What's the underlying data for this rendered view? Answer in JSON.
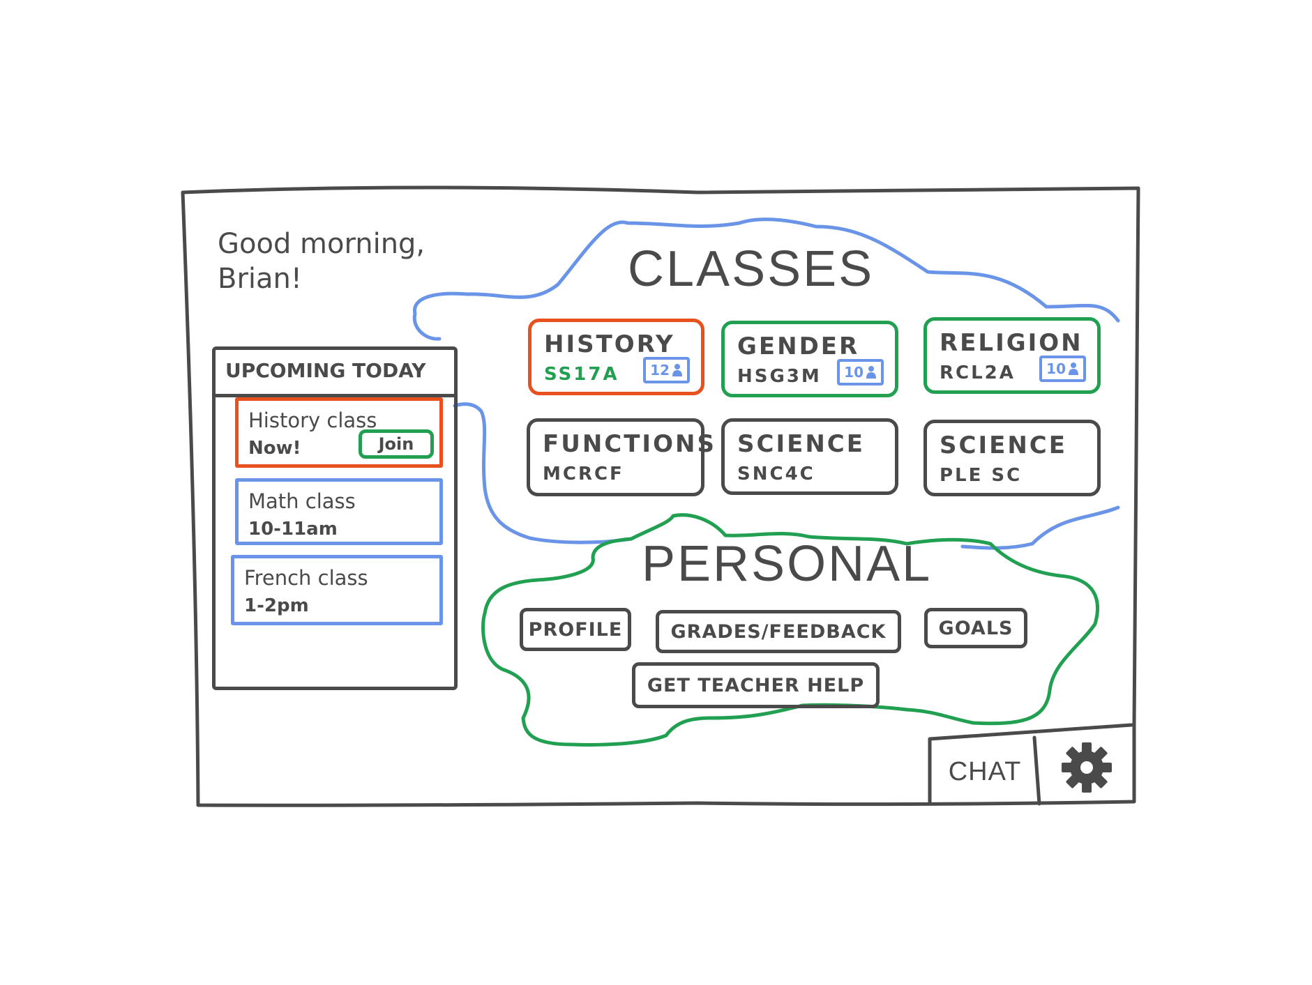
{
  "greeting": {
    "line1": "Good morning,",
    "line2": "Brian!"
  },
  "upcoming": {
    "title": "UPCOMING TODAY",
    "items": [
      {
        "line1": "History class",
        "line2": "Now!",
        "status": "current",
        "action_label": "Join"
      },
      {
        "line1": "Math class",
        "line2": "10-11am",
        "status": "upcoming"
      },
      {
        "line1": "French class",
        "line2": "1-2pm",
        "status": "upcoming"
      }
    ]
  },
  "classes": {
    "title": "CLASSES",
    "cards": [
      {
        "name": "HISTORY",
        "code": "SS17A",
        "count": "12",
        "state": "active"
      },
      {
        "name": "GENDER",
        "code": "HSG3M",
        "count": "10",
        "state": "enrolled"
      },
      {
        "name": "RELIGION",
        "code": "RCL2A",
        "count": "10",
        "state": "enrolled"
      },
      {
        "name": "FUNCTIONS",
        "code": "MCRCF",
        "state": "default"
      },
      {
        "name": "SCIENCE",
        "code": "SNC4C",
        "state": "default"
      },
      {
        "name": "SCIENCE",
        "code": "PLE SC",
        "state": "default"
      }
    ]
  },
  "personal": {
    "title": "PERSONAL",
    "buttons": {
      "profile": "PROFILE",
      "grades": "GRADES/FEEDBACK",
      "goals": "GOALS",
      "teacher_help": "GET TEACHER HELP"
    }
  },
  "footer": {
    "chat_label": "CHAT",
    "settings_icon": "gear-icon"
  },
  "colors": {
    "ink": "#4a4a4a",
    "current": "#e8501e",
    "enrolled": "#20a050",
    "info": "#6a94e8"
  }
}
